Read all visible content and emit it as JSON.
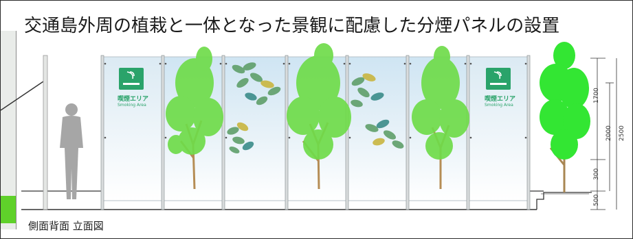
{
  "title": "交通島外周の植栽と一体となった景観に配慮した分煙パネルの設置",
  "caption": "側面背面 立面図",
  "signs": [
    {
      "label_jp": "喫煙エリア",
      "label_en": "Smoking Area",
      "icon": "smoking-icon"
    },
    {
      "label_jp": "喫煙エリア",
      "label_en": "Smoking Area",
      "icon": "smoking-icon"
    }
  ],
  "dimensions": {
    "inner": [
      "1700",
      "300",
      "500"
    ],
    "middle": "2000",
    "outer": "2500"
  },
  "colors": {
    "sign_green": "#2aa36a",
    "tree_green": "#5fdc3a",
    "bright_tree": "#33e633",
    "panel_blue": "#cfe6f4"
  }
}
